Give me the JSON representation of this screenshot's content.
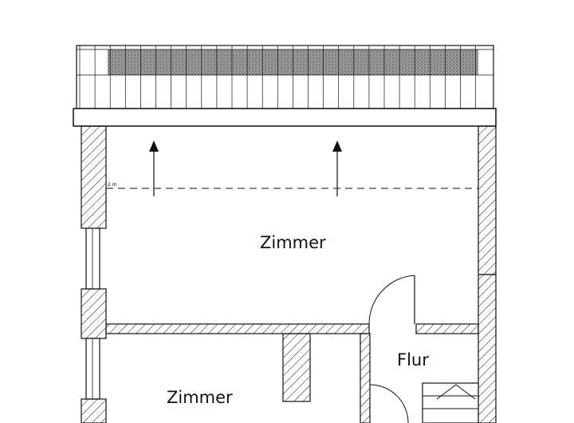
{
  "plan": {
    "rooms": [
      {
        "id": "zimmer-upper",
        "label": "Zimmer"
      },
      {
        "id": "zimmer-lower",
        "label": "Zimmer"
      },
      {
        "id": "flur",
        "label": "Flur"
      }
    ],
    "height_marker": "2 m",
    "colors": {
      "line": "#111111",
      "background": "#ffffff",
      "tile_shade": "#8c8c8c"
    }
  }
}
